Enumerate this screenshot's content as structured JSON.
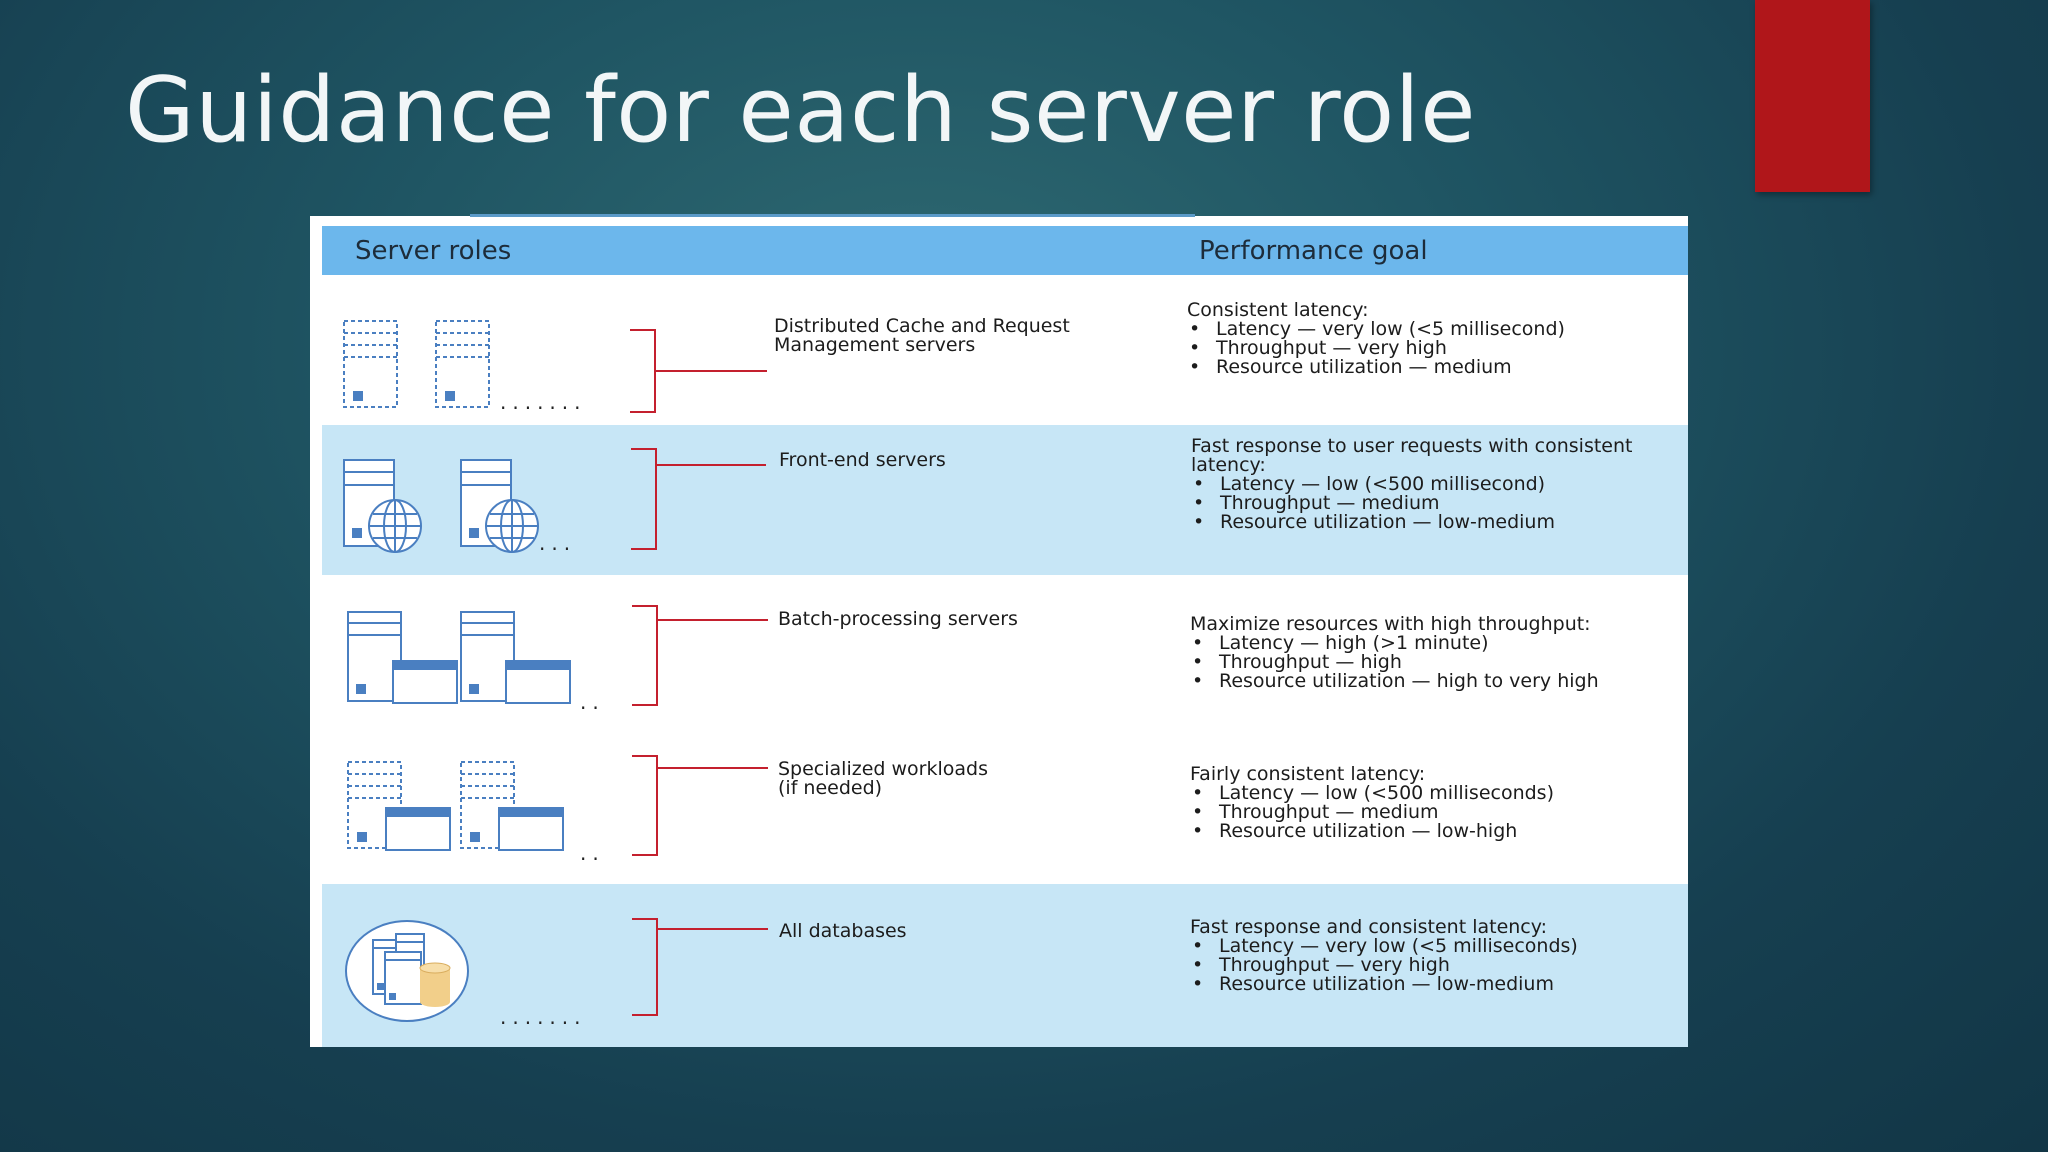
{
  "slide": {
    "title": "Guidance for each server role"
  },
  "colors": {
    "accent": "#b0161a",
    "header_fill": "#6cb7ec",
    "shade_fill": "#c7e6f6",
    "icon_blue": "#4a7fc1",
    "bracket_red": "#c4202e",
    "db_gold": "#f2cf8a"
  },
  "table": {
    "headers": {
      "roles": "Server roles",
      "goal": "Performance goal"
    },
    "rows": [
      {
        "role": "Distributed Cache and Request\nManagement servers",
        "icon": "dashed-server-icon",
        "goal_lead": "Consistent latency:",
        "goals": [
          "Latency — very low (<5 millisecond)",
          "Throughput — very high",
          "Resource utilization — medium"
        ],
        "more": "......."
      },
      {
        "role": "Front-end servers",
        "icon": "web-server-icon",
        "goal_lead": "Fast response to user requests with consistent latency:",
        "goals": [
          "Latency — low (<500 millisecond)",
          "Throughput — medium",
          "Resource utilization — low-medium"
        ],
        "more": "..."
      },
      {
        "role": "Batch-processing servers",
        "icon": "batch-server-icon",
        "goal_lead": "Maximize resources with high throughput:",
        "goals": [
          "Latency — high (>1 minute)",
          "Throughput — high",
          "Resource utilization — high to very high"
        ],
        "more": ".."
      },
      {
        "role": "Specialized workloads\n(if needed)",
        "icon": "specialized-server-icon",
        "goal_lead": "Fairly consistent latency:",
        "goals": [
          "Latency — low (<500 milliseconds)",
          "Throughput — medium",
          "Resource utilization — low-high"
        ],
        "more": ".."
      },
      {
        "role": "All databases",
        "icon": "database-server-icon",
        "goal_lead": "Fast response and consistent latency:",
        "goals": [
          "Latency — very low (<5 milliseconds)",
          "Throughput — very high",
          "Resource utilization — low-medium"
        ],
        "more": "......."
      }
    ]
  }
}
